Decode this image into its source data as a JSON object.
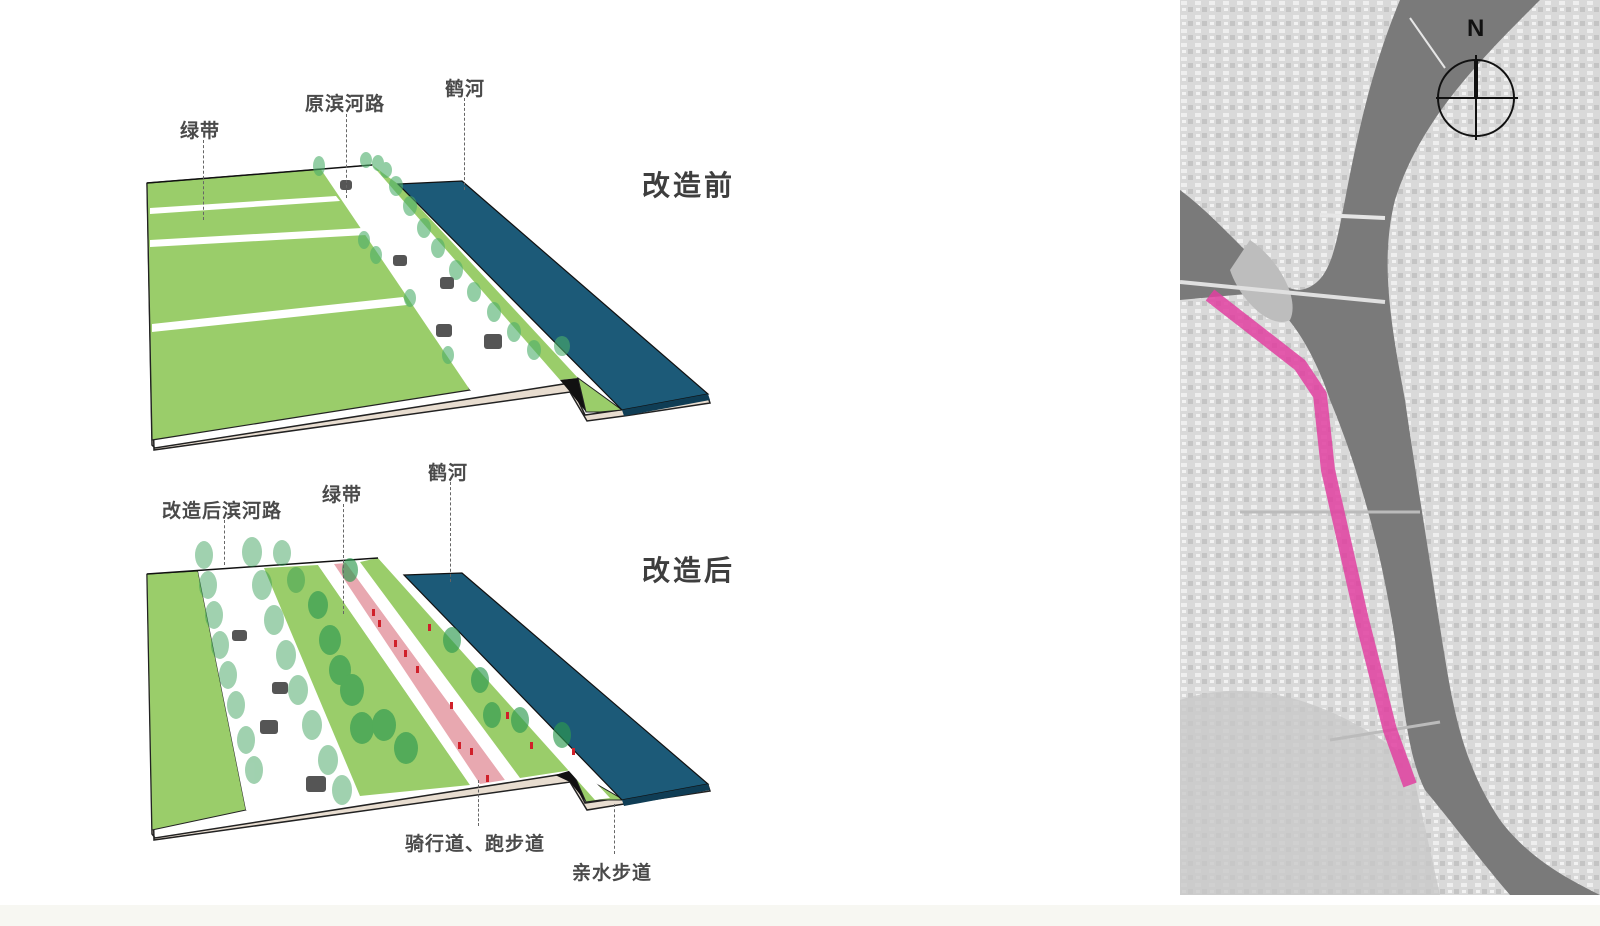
{
  "before": {
    "title": "改造前",
    "labels": {
      "greenbelt": "绿带",
      "old_riverside_road": "原滨河路",
      "he_river": "鹤河"
    }
  },
  "after": {
    "title": "改造后",
    "labels": {
      "new_riverside_road": "改造后滨河路",
      "greenbelt": "绿带",
      "he_river": "鹤河",
      "bike_jog_path": "骑行道、跑步道",
      "waterfront_walk": "亲水步道"
    }
  },
  "map": {
    "north_label": "N",
    "highlight_color": "#e040a0",
    "river_color": "#7a7a7a"
  },
  "colors": {
    "grass": "#9acd6a",
    "road": "#ffffff",
    "water": "#1c5a78",
    "base_edge": "#e8ddd0",
    "bike_path": "#e8a8b0",
    "tree": "#3fa35a",
    "car": "#555555",
    "person": "#d0202a"
  }
}
